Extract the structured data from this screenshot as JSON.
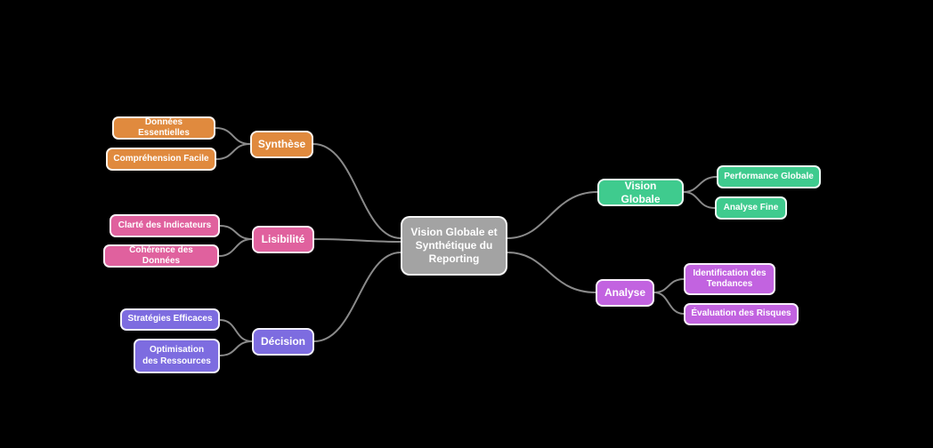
{
  "diagram": {
    "type": "mindmap",
    "background_color": "#000000",
    "connector_color": "#8a8a8a",
    "text_color": "#ffffff"
  },
  "colors": {
    "root_fill": "#a3a3a3",
    "synthese_fill": "#e08a3e",
    "lisibilite_fill": "#e0619e",
    "decision_fill": "#7d6ce0",
    "vision_globale_fill": "#3fcb8e",
    "analyse_fill": "#c263e0",
    "node_border": "#f5f5f5"
  },
  "nodes": {
    "root": {
      "label": "Vision Globale et Synthétique du Reporting"
    },
    "synthese": {
      "label": "Synthèse"
    },
    "donnees_essentielles": {
      "label": "Données Essentielles"
    },
    "comprehension_facile": {
      "label": "Compréhension Facile"
    },
    "lisibilite": {
      "label": "Lisibilité"
    },
    "clarte_indicateurs": {
      "label": "Clarté des Indicateurs"
    },
    "coherence_donnees": {
      "label": "Cohérence des Données"
    },
    "decision": {
      "label": "Décision"
    },
    "strategies_efficaces": {
      "label": "Stratégies Efficaces"
    },
    "optimisation_ressources": {
      "label": "Optimisation des Ressources"
    },
    "vision_globale": {
      "label": "Vision Globale"
    },
    "performance_globale": {
      "label": "Performance Globale"
    },
    "analyse_fine": {
      "label": "Analyse Fine"
    },
    "analyse": {
      "label": "Analyse"
    },
    "identification_tendances": {
      "label": "Identification des Tendances"
    },
    "evaluation_risques": {
      "label": "Évaluation des Risques"
    }
  }
}
